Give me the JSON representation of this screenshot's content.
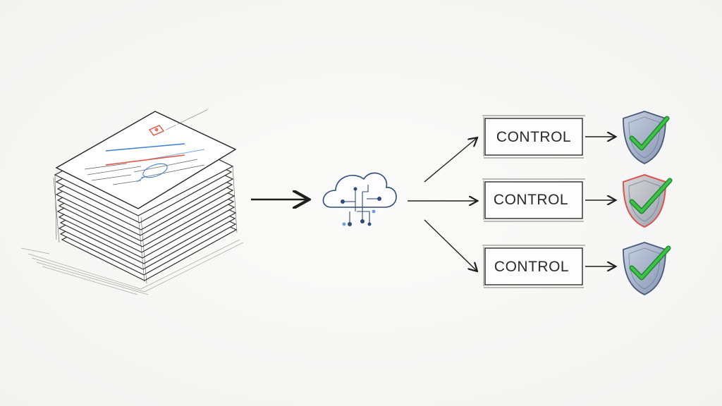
{
  "source": {
    "label": "document-stack",
    "doc_title": "—— ——————"
  },
  "hub": {
    "label": "cloud-network"
  },
  "controls": [
    {
      "label": "CONTROL",
      "shield_color": "#5b6b88",
      "check_color": "#2faa3a"
    },
    {
      "label": "CONTROL",
      "shield_color": "#d9534f",
      "check_color": "#2faa3a"
    },
    {
      "label": "CONTROL",
      "shield_color": "#5b6b88",
      "check_color": "#2faa3a"
    }
  ],
  "colors": {
    "ink": "#2a2a2a",
    "accent_red": "#e0533f",
    "accent_blue": "#3f7fd0",
    "shield_blue": "#7f92b5",
    "check_green": "#2faa3a"
  }
}
